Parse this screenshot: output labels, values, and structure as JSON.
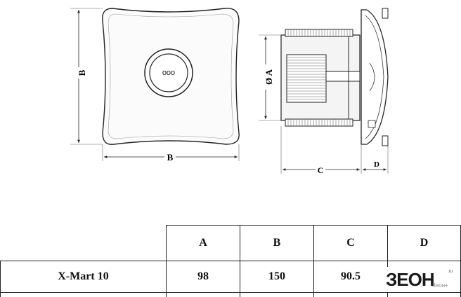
{
  "drawing": {
    "front_view": {
      "dim_height_label": "B",
      "dim_width_label": "B",
      "button_glyph": "ooo"
    },
    "side_view": {
      "dim_diameter_label": "Ø A",
      "dim_depth_label": "C",
      "dim_panel_label": "D"
    }
  },
  "table": {
    "headers": [
      "A",
      "B",
      "C",
      "D"
    ],
    "rows": [
      {
        "model": "X-Mart 10",
        "values": [
          "98",
          "150",
          "90.5",
          ""
        ]
      }
    ]
  },
  "logo": {
    "main": "ЗЕОН",
    "sub": "Зеон+",
    "tiny": ".ru"
  }
}
